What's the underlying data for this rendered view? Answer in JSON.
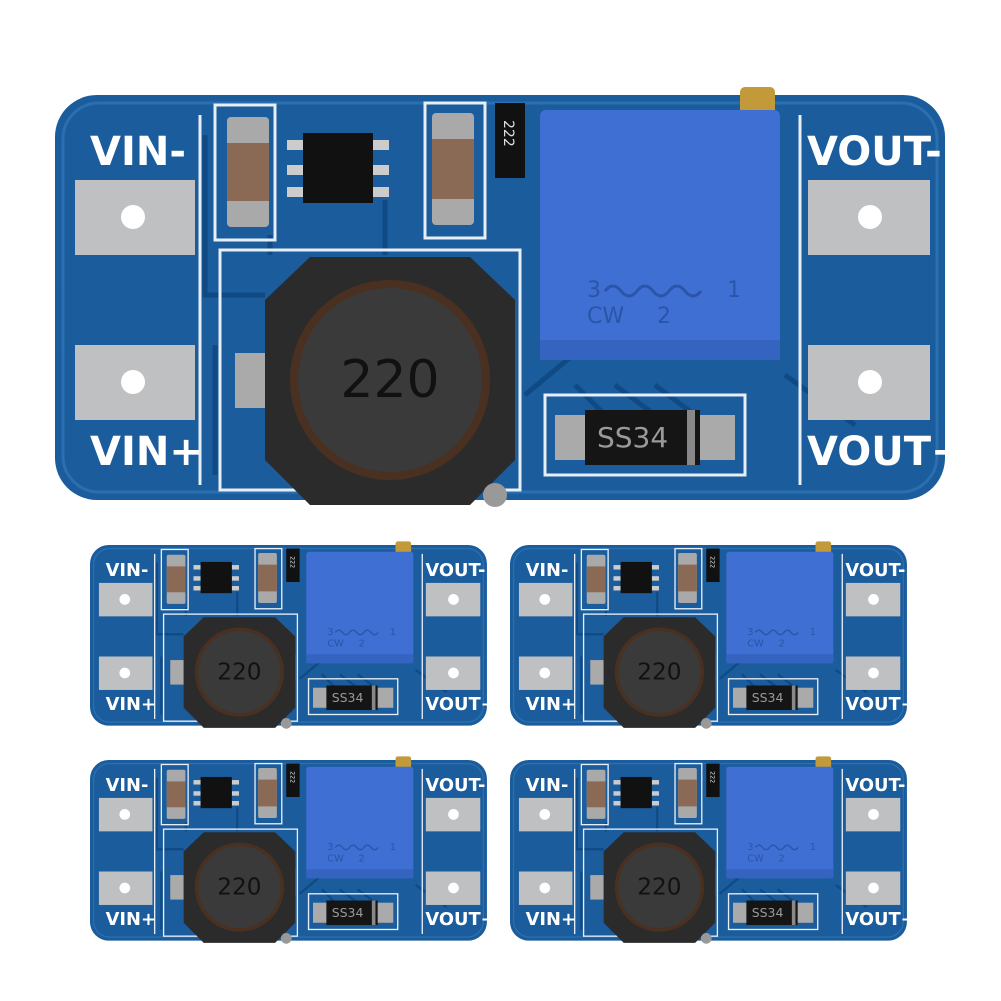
{
  "board": {
    "label_vin_minus": "VIN-",
    "label_vin_plus": "VIN+",
    "label_vout_minus": "VOUT-",
    "label_vout_plus": "VOUT+",
    "inductor_marking": "220",
    "diode_marking": "SS34",
    "resistor_marking": "222",
    "pot_pin3": "3",
    "pot_pin1": "1",
    "pot_cw": "CW",
    "pot_pin2": "2"
  },
  "colors": {
    "pcb": "#1a5c9c",
    "pcb_dark": "#0f4a85",
    "pad": "#bfc0c2",
    "pot": "#3f6fd2",
    "inductor": "#2b2b2b",
    "brass": "#c29a3a"
  }
}
